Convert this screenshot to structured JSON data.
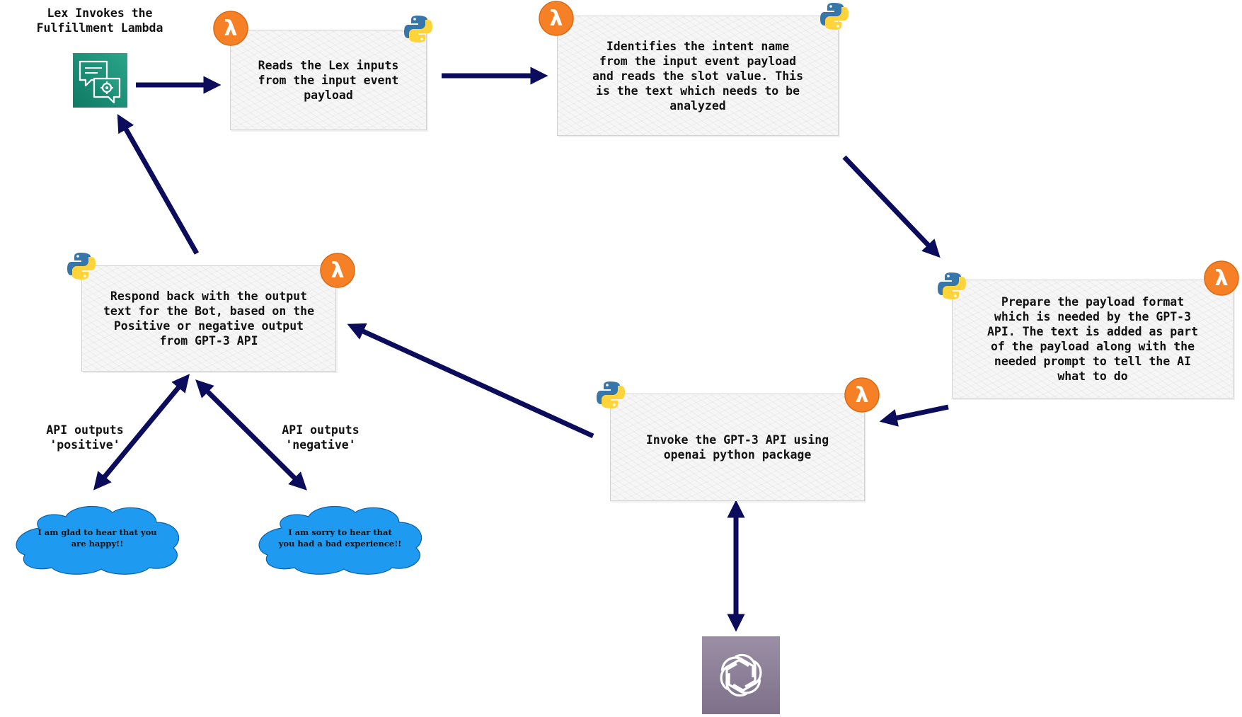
{
  "title_label": "Lex Invokes the\nFulfillment Lambda",
  "steps": {
    "read_inputs": "Reads the Lex inputs\nfrom the input event\npayload",
    "identify_intent": "Identifies the intent name\nfrom the input event payload\nand reads the slot value. This\nis the text which needs to be\nanalyzed",
    "prepare_payload": "Prepare the payload format\nwhich is needed by the GPT-3\nAPI. The text is added as part\nof the payload along with the\nneeded prompt to tell the AI\nwhat to do",
    "invoke_api": "Invoke the GPT-3 API using\nopenai python package",
    "respond_back": "Respond back with the output\ntext for the Bot, based on the\nPositive or negative output\nfrom GPT-3 API"
  },
  "branch_labels": {
    "positive": "API outputs\n'positive'",
    "negative": "API outputs\n'negative'"
  },
  "clouds": {
    "positive": "I am glad to hear that you\nare happy!!",
    "negative": "I am sorry to hear that\nyou had a bad experience!!"
  },
  "icons": {
    "lex": "lex-chatbot-icon",
    "lambda": "lambda-icon",
    "python": "python-icon",
    "openai": "openai-icon"
  },
  "colors": {
    "arrow": "#0b0d5c",
    "lambda_orange": "#f58025",
    "python_blue": "#3776ab",
    "python_yellow": "#ffd43b",
    "cloud_blue": "#1e9bf0",
    "lex_teal": "#1a8a74",
    "openai_bg": "#8c7f98"
  }
}
